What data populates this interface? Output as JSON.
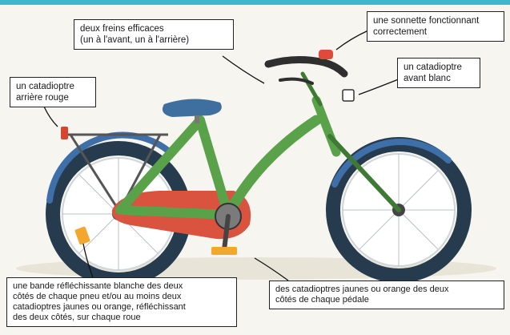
{
  "colors": {
    "frame": "#5aa24a",
    "frame_dark": "#3e7a34",
    "tyre": "#263c4e",
    "mudguard": "#3f6fa8",
    "chainguard": "#d9533f",
    "seat": "#3f6f9e",
    "reflector_yellow": "#f2a82e",
    "reflector_red": "#d8452e",
    "bell": "#e04a3a",
    "topbar": "#3cb8c8"
  },
  "labels": {
    "brakes": "deux freins efficaces\n(un à l'avant, un à l'arrière)",
    "bell": "une sonnette fonctionnant\ncorrectement",
    "front_reflector": "un catadioptre\navant blanc",
    "rear_reflector": "un catadioptre\narrière rouge",
    "tyre_band": "une bande réfléchissante blanche des deux\ncôtés de chaque pneu et/ou au moins deux\ncatadioptres jaunes ou orange, réfléchissant\ndes deux côtés, sur chaque roue",
    "pedal_reflectors": "des catadioptres jaunes ou orange des deux\ncôtés de chaque pédale"
  }
}
